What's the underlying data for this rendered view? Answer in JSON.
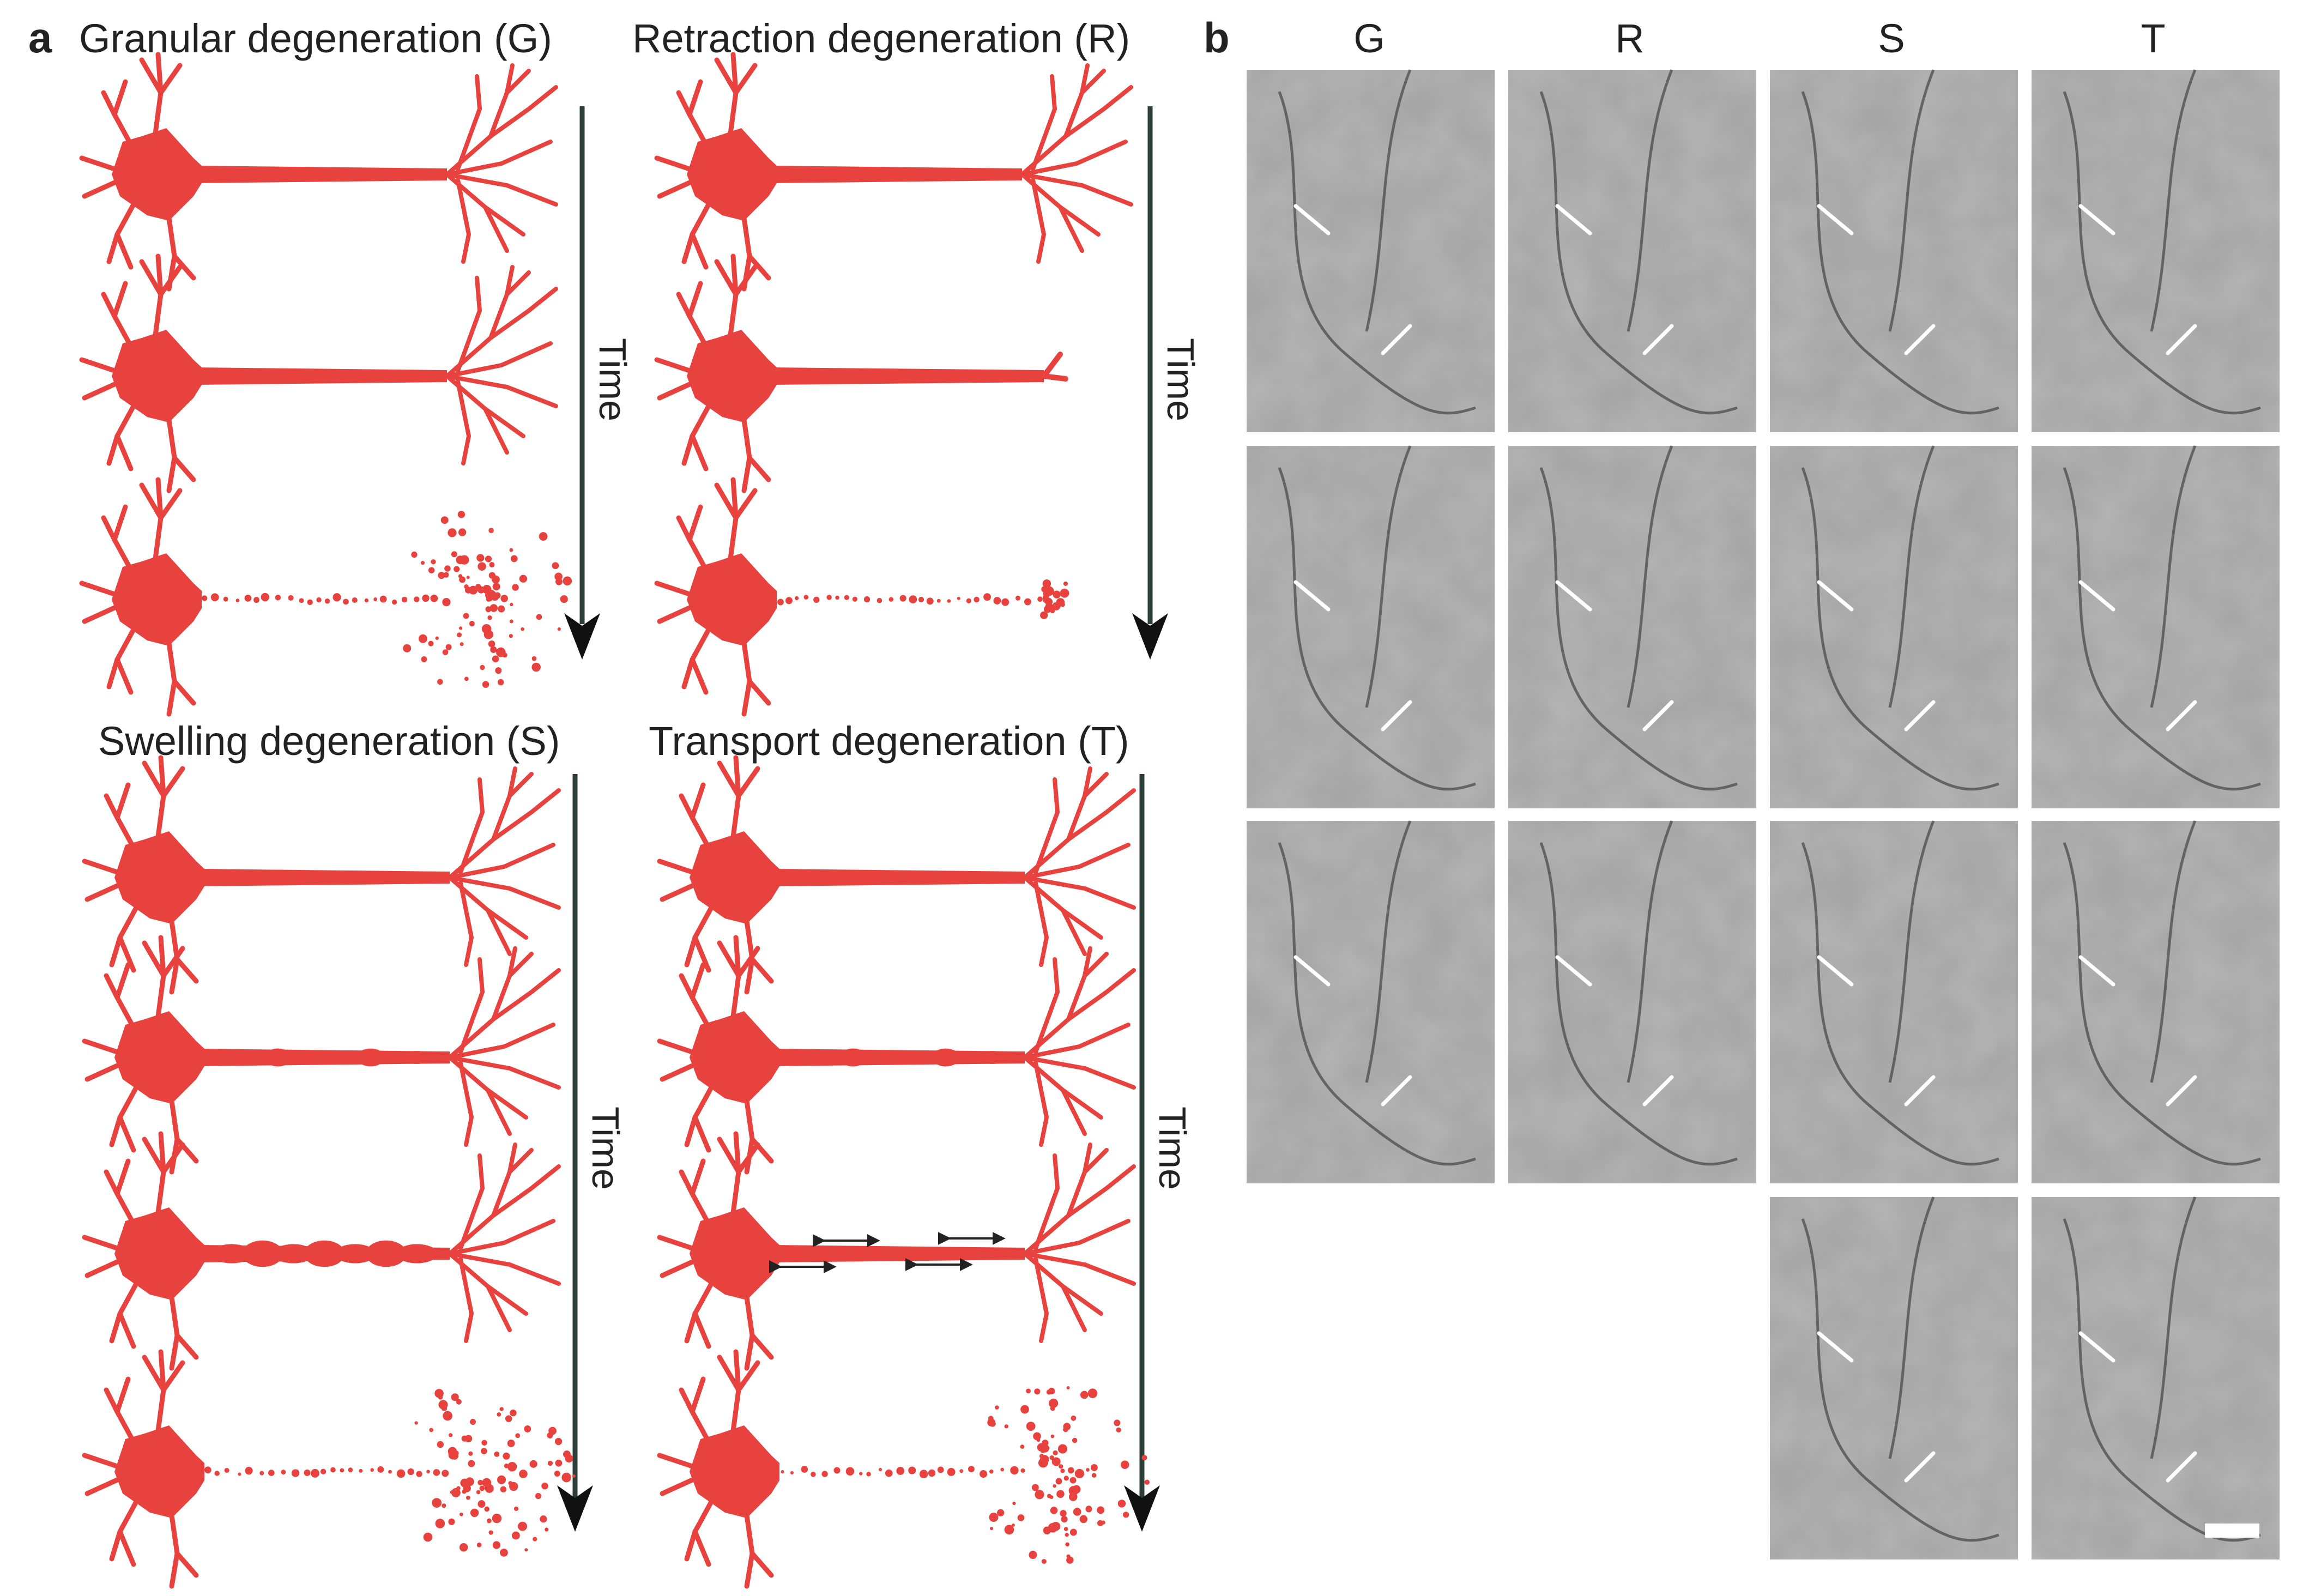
{
  "panel_a": {
    "letter": "a",
    "time_label": "Time",
    "quadrants": [
      {
        "key": "G",
        "title": "Granular degeneration (G)",
        "stages": [
          "intact",
          "intact",
          "fragmented"
        ]
      },
      {
        "key": "R",
        "title": "Retraction degeneration (R)",
        "stages": [
          "intact",
          "retracted",
          "retracted-fragmented"
        ]
      },
      {
        "key": "S",
        "title": "Swelling degeneration (S)",
        "stages": [
          "intact",
          "swelling-small",
          "swelling-large",
          "fragmented"
        ]
      },
      {
        "key": "T",
        "title": "Transport degeneration (T)",
        "stages": [
          "intact",
          "swelling-small",
          "transport",
          "fragmented"
        ]
      }
    ]
  },
  "panel_b": {
    "letter": "b",
    "columns": [
      {
        "label": "G",
        "frames": 3
      },
      {
        "label": "R",
        "frames": 3
      },
      {
        "label": "S",
        "frames": 4
      },
      {
        "label": "T",
        "frames": 4
      }
    ]
  },
  "colors": {
    "neuron": "#e8423f",
    "arrow": "#2c3e3a",
    "micrograph": "#a3a3a3",
    "micro_arrow": "#ffffff"
  }
}
